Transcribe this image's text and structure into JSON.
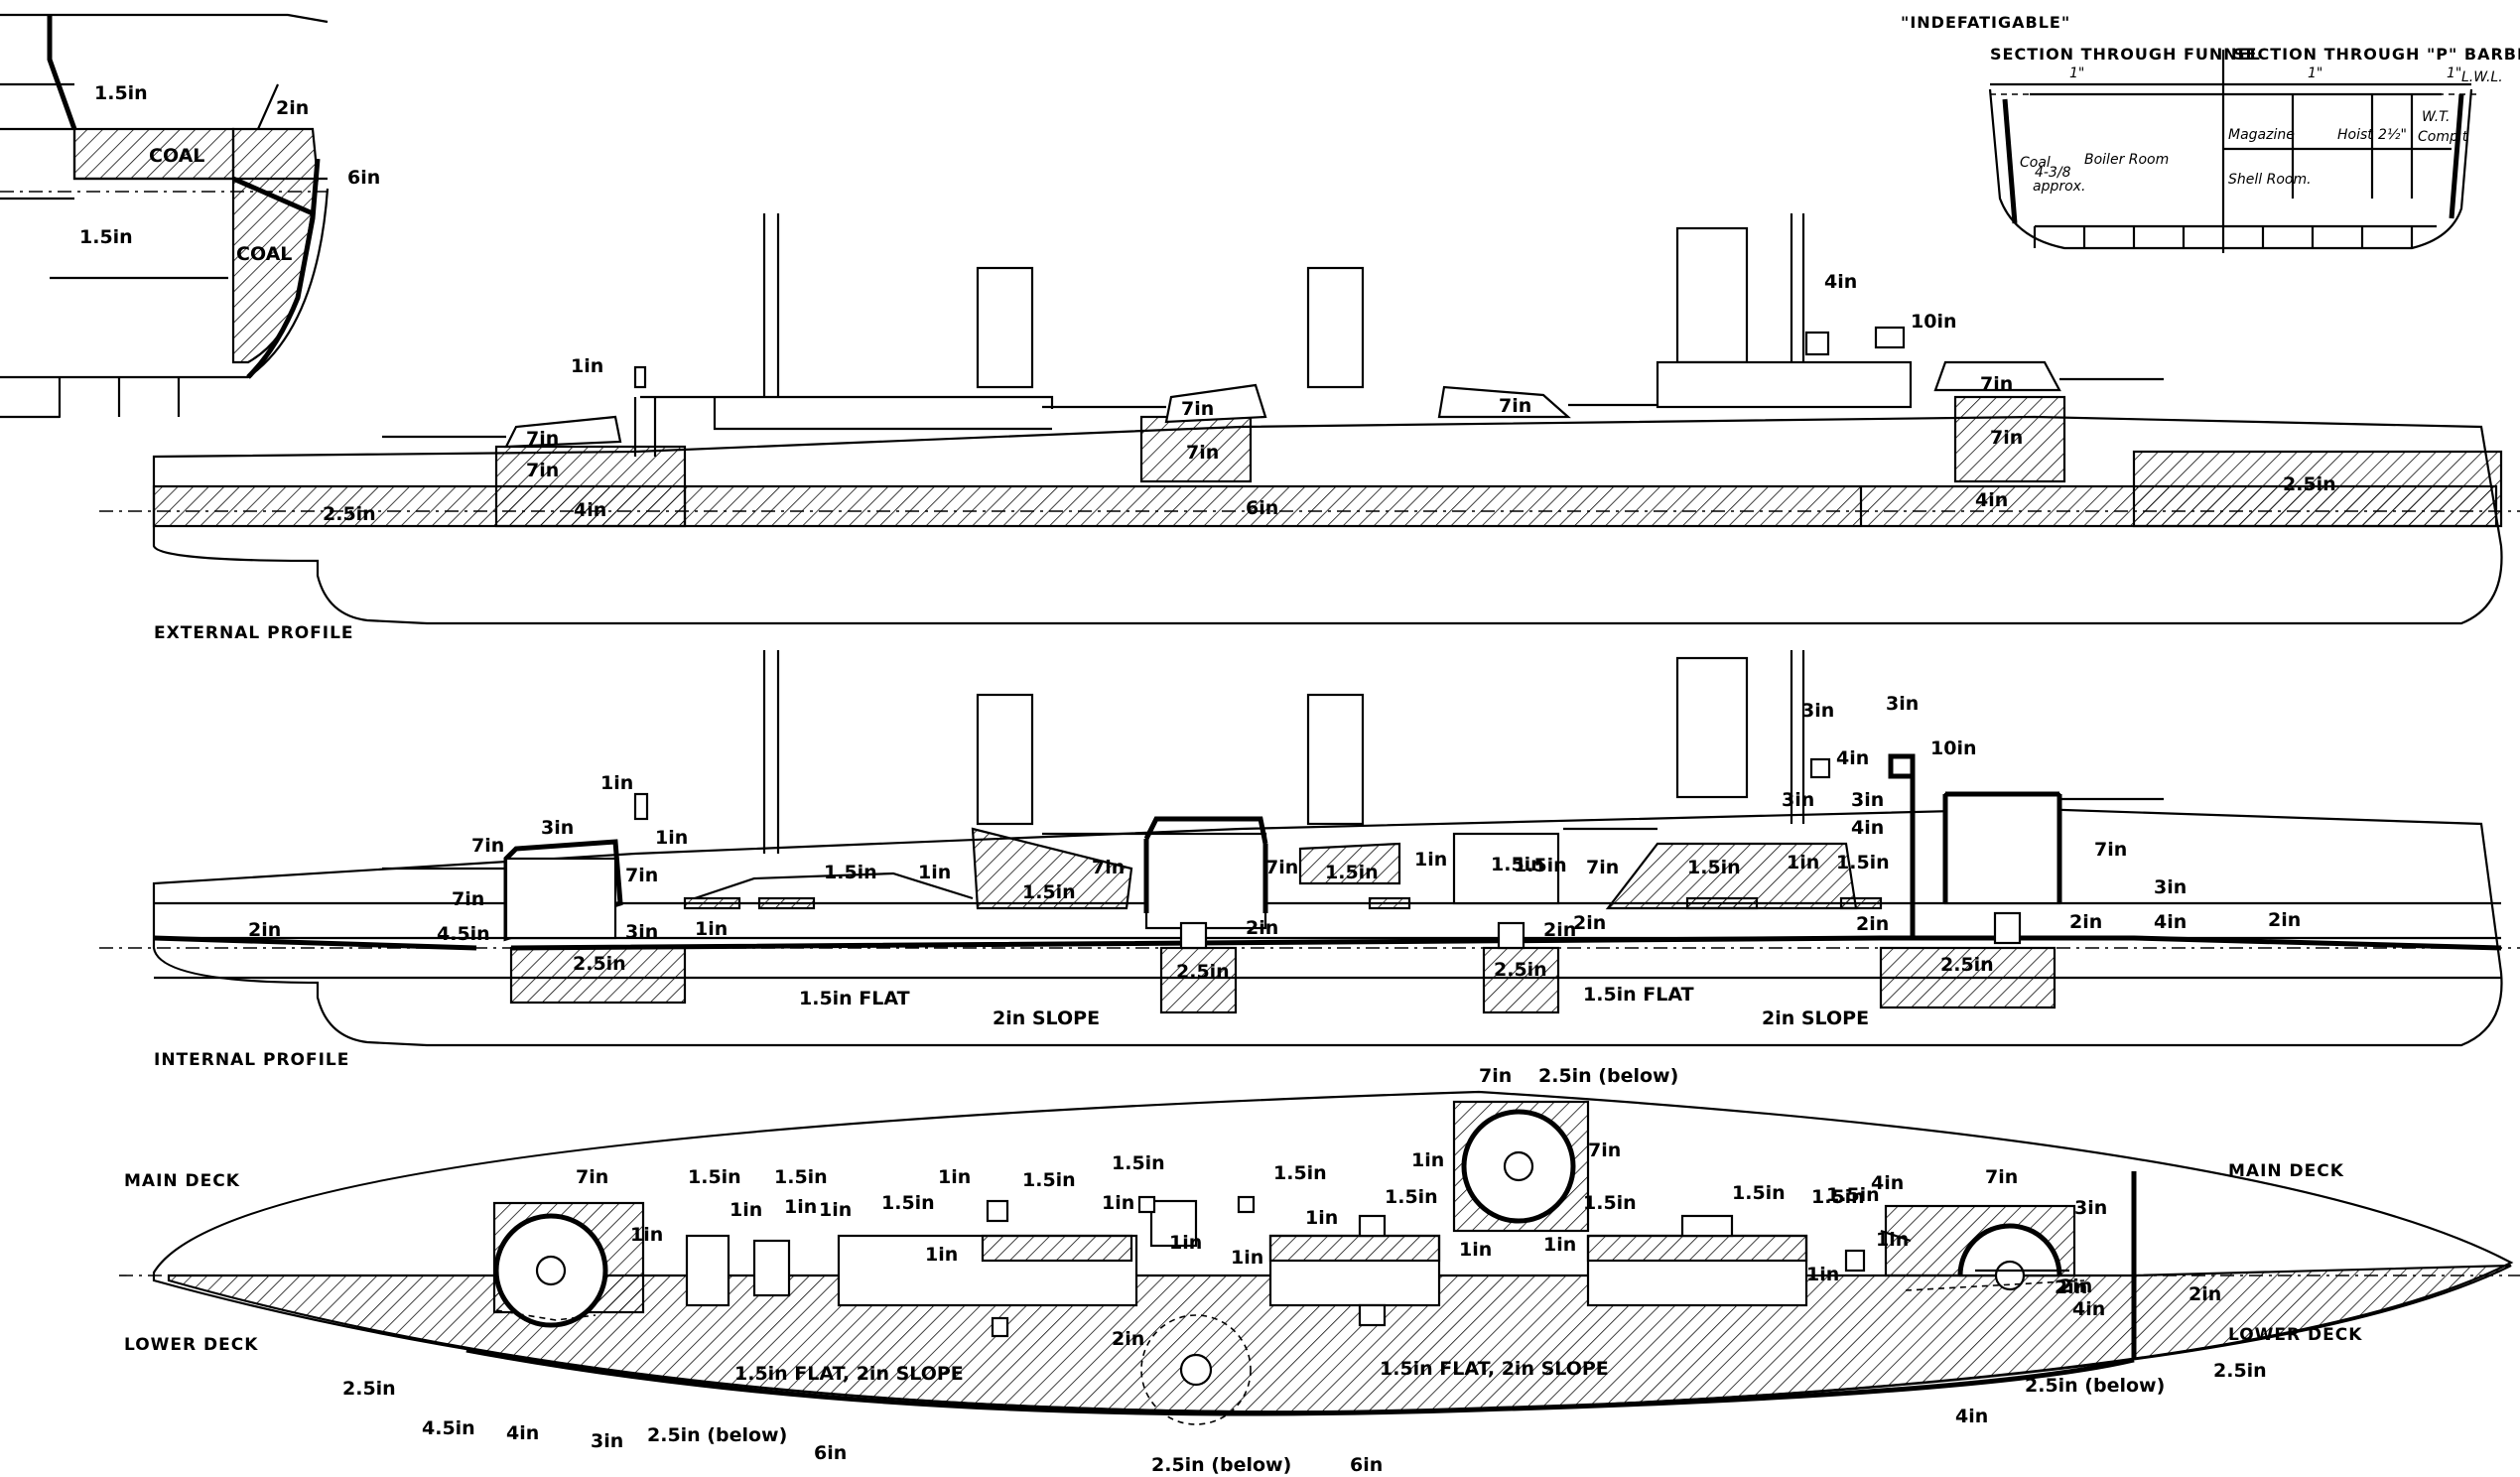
{
  "inset": {
    "labels": [
      "1.5in",
      "COAL",
      "2in",
      "6in",
      "1.5in",
      "COAL"
    ]
  },
  "section": {
    "title": "\"INDEFATIGABLE\"",
    "funnel": "SECTION THROUGH FUNNEL",
    "barbette": "SECTION THROUGH \"P\" BARBETTE",
    "lwl": "L.W.L.",
    "coal": "Coal",
    "boiler": "Boiler Room",
    "magazine": "Magazine",
    "hoist": "Hoist",
    "shell": "Shell Room.",
    "wt": "W.T.",
    "comp": "Comp't",
    "approx": "approx.",
    "frac": "4-3/8",
    "one_a": "1\"",
    "one_b": "1\"",
    "one_c": "1\"",
    "two_half": "2½\""
  },
  "external": {
    "caption": "EXTERNAL PROFILE",
    "labels": [
      "1in",
      "7in",
      "7in",
      "7in",
      "7in",
      "7in",
      "4in",
      "10in",
      "7in",
      "7in",
      "2.5in",
      "4in",
      "6in",
      "4in",
      "2.5in"
    ]
  },
  "internal": {
    "caption": "INTERNAL PROFILE",
    "labels": [
      "1in",
      "1in",
      "3in",
      "7in",
      "7in",
      "7in",
      "4.5in",
      "3in",
      "2in",
      "1.5in",
      "1in",
      "1.5in",
      "1in",
      "7in",
      "7in",
      "1.5in",
      "1in",
      "1.5in",
      "7in",
      "3in",
      "4in",
      "3in",
      "10in",
      "3in",
      "3in",
      "4in",
      "1.5in",
      "1in",
      "1.5in",
      "7in",
      "3in",
      "2in",
      "2in",
      "2in",
      "4in",
      "2in",
      "2in",
      "2.5in",
      "2.5in",
      "2.5in",
      "2.5in",
      "1.5in FLAT",
      "2in SLOPE",
      "1.5in FLAT",
      "2in SLOPE",
      "2in",
      "1.5in"
    ]
  },
  "deck_plan": {
    "main_deck_left": "MAIN DECK",
    "main_deck_right": "MAIN DECK",
    "lower_deck_left": "LOWER DECK",
    "lower_deck_right": "LOWER DECK",
    "labels": [
      "7in",
      "1in",
      "1.5in",
      "1.5in",
      "1in",
      "1in",
      "1in",
      "1in",
      "1.5in",
      "1in",
      "1.5in",
      "1in",
      "1in",
      "1.5in",
      "1.5in",
      "1in",
      "1in",
      "7in",
      "2.5in (below)",
      "1in",
      "7in",
      "1in",
      "1.5in",
      "1in",
      "1.5in",
      "1.5in",
      "1in",
      "1.5in",
      "4in",
      "7in",
      "1in",
      "3in",
      "2in",
      "2.5in",
      "4.5in",
      "4in",
      "3in",
      "2.5in (below)",
      "6in",
      "1.5in FLAT, 2in SLOPE",
      "2in",
      "2.5in (below)",
      "1.5in FLAT, 2in SLOPE",
      "6in",
      "4in",
      "2in",
      "4in",
      "2.5in (below)",
      "2in",
      "2.5in",
      "1.5in"
    ]
  }
}
